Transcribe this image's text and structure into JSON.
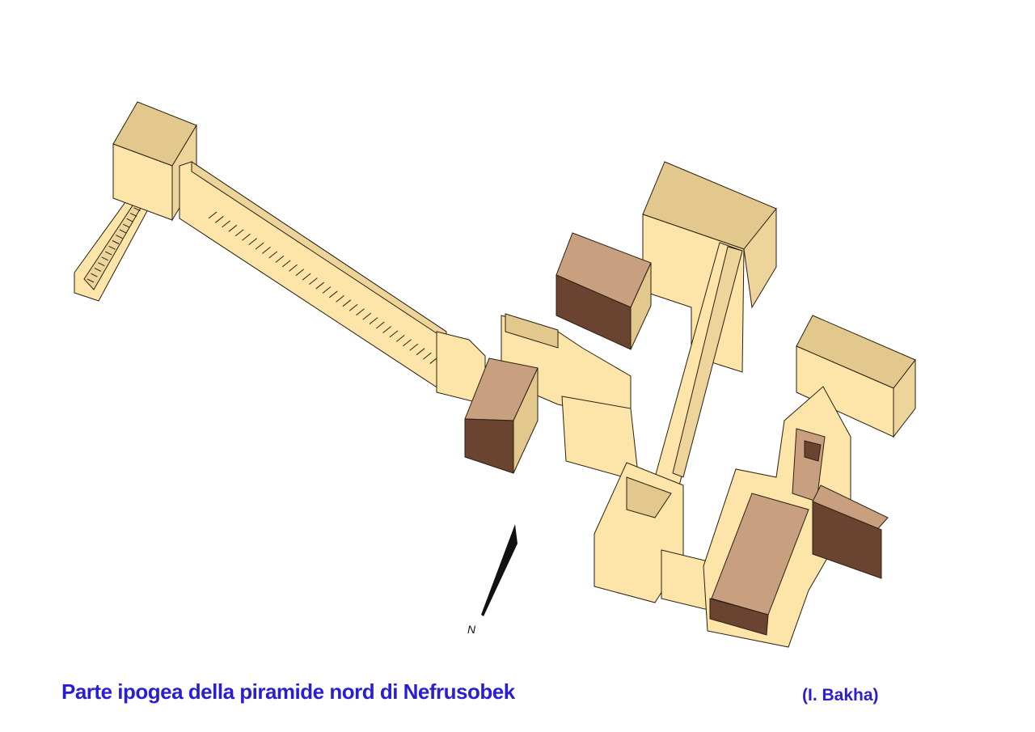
{
  "caption": "Parte ipogea della piramide nord di Nefrusobek",
  "credit": "(I. Bakha)",
  "north_label": "N",
  "colors": {
    "wall": "#fde4a8",
    "shade": "#ecd49a",
    "block_top": "#c9a07f",
    "block_side": "#6a4331",
    "caption": "#2a1fd0"
  }
}
